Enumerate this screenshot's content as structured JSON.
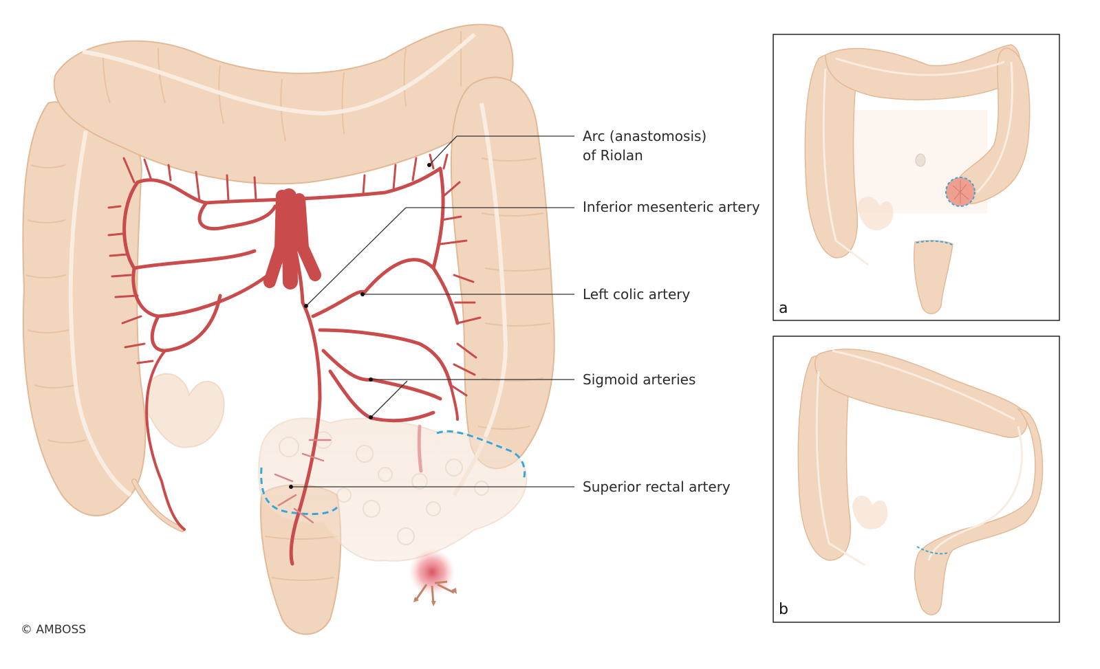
{
  "labels": {
    "riolan_line1": "Arc (anastomosis)",
    "riolan_line2": "of Riolan",
    "ima": "Inferior mesenteric artery",
    "left_colic": "Left colic artery",
    "sigmoid": "Sigmoid arteries",
    "superior_rectal": "Superior rectal artery"
  },
  "panels": {
    "a": "a",
    "b": "b"
  },
  "copyright": "© AMBOSS",
  "colors": {
    "colon_fill": "#f2d5bd",
    "colon_stroke": "#e2b997",
    "taenia": "#f9ece0",
    "artery": "#c94b4b",
    "artery_dark": "#b23a3a",
    "resection_line": "#3aa6d6",
    "leader_line": "#333333",
    "panel_border": "#222222"
  },
  "icons": [
    "colon-illustration",
    "artery-tree",
    "resection-outline",
    "tumor-marker"
  ]
}
